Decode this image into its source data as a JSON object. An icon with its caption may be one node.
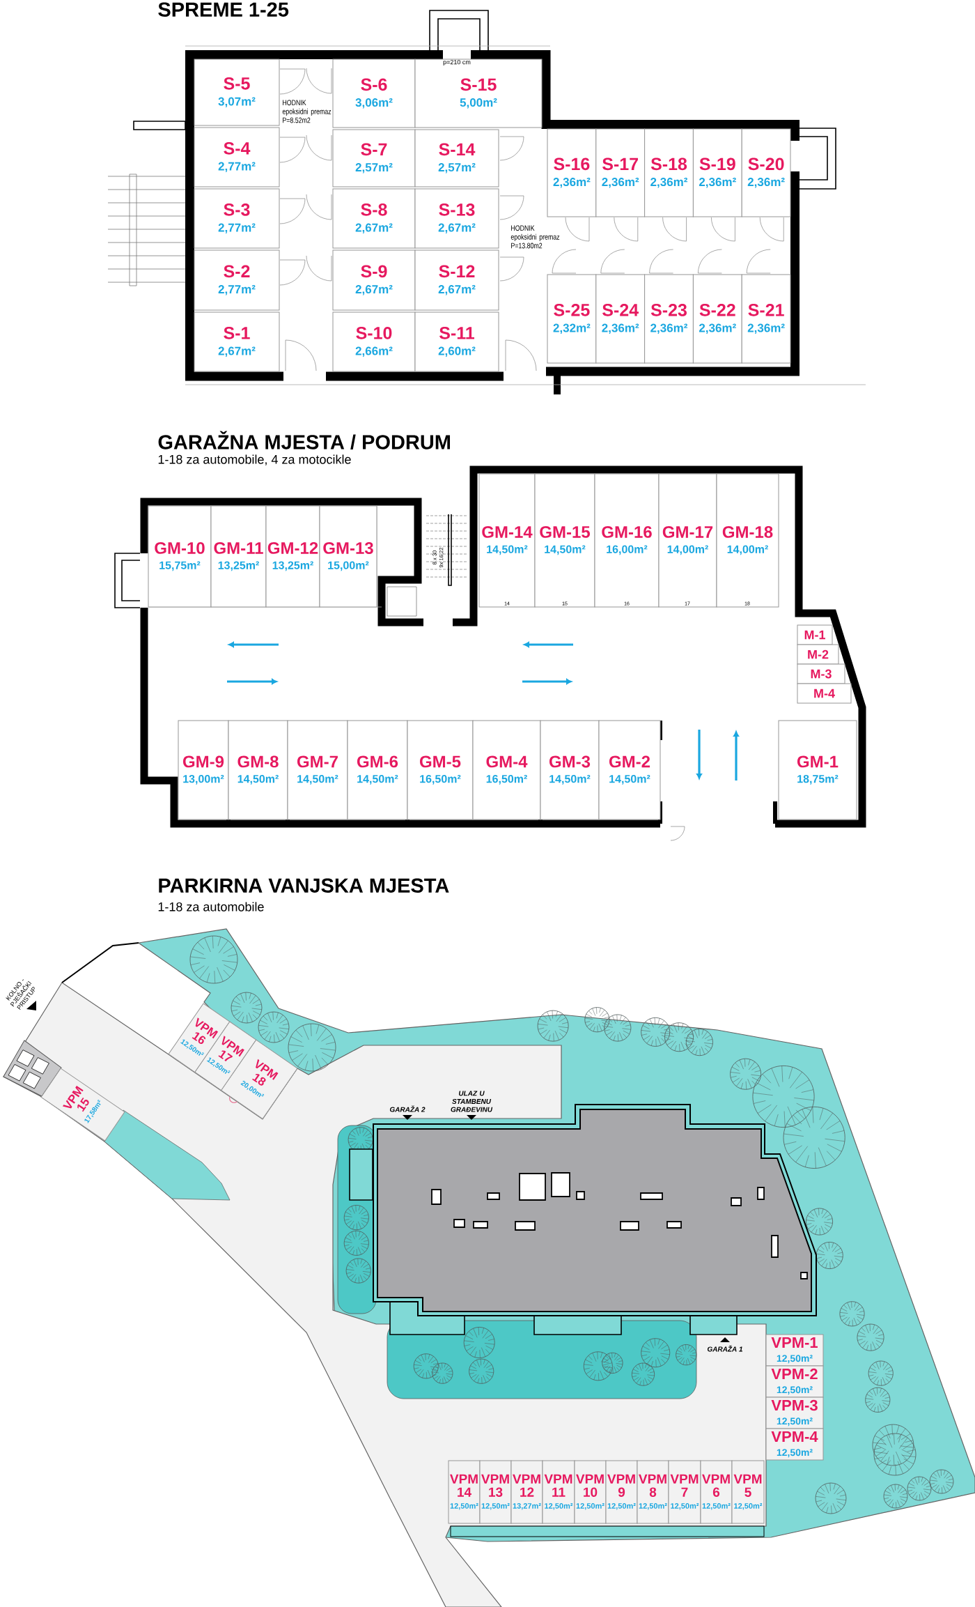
{
  "diagram": {
    "nodes": [
      {
        "text": [
          "S-5",
          "3,07m²"
        ]
      },
      {
        "text": [
          "S-6",
          "3,06m²"
        ]
      },
      {
        "text": [
          "S-15",
          "5,00m²"
        ]
      },
      {
        "text": [
          "S-4",
          "2,77m²"
        ]
      },
      {
        "text": [
          "S-7",
          "2,57m²"
        ]
      },
      {
        "text": [
          "S-14",
          "2,57m²"
        ]
      },
      {
        "text": [
          "S-16",
          "2,36m²"
        ]
      },
      {
        "text": [
          "S-17",
          "2,36m²"
        ]
      },
      {
        "text": [
          "S-18",
          "2,36m²"
        ]
      },
      {
        "text": [
          "S-19",
          "2,36m²"
        ]
      },
      {
        "text": [
          "S-20",
          "2,36m²"
        ]
      },
      {
        "text": [
          "S-3",
          "2,77m²"
        ]
      },
      {
        "text": [
          "S-8",
          "2,67m²"
        ]
      },
      {
        "text": [
          "S-13",
          "2,67m²"
        ]
      },
      {
        "text": [
          "S-2",
          "2,77m²"
        ]
      },
      {
        "text": [
          "S-9",
          "2,67m²"
        ]
      },
      {
        "text": [
          "S-12",
          "2,67m²"
        ]
      },
      {
        "text": [
          "S-25",
          "2,32m²"
        ]
      },
      {
        "text": [
          "S-24",
          "2,36m²"
        ]
      },
      {
        "text": [
          "S-23",
          "2,36m²"
        ]
      },
      {
        "text": [
          "S-22",
          "2,36m²"
        ]
      },
      {
        "text": [
          "S-21",
          "2,36m²"
        ]
      },
      {
        "text": [
          "S-1",
          "2,67m²"
        ]
      },
      {
        "text": [
          "S-10",
          "2,66m²"
        ]
      },
      {
        "text": [
          "S-11",
          "2,60m²"
        ]
      },
      {
        "text": [
          "GM-10",
          "15,75m²"
        ]
      },
      {
        "text": [
          "GM-11",
          "13,25m²"
        ]
      },
      {
        "text": [
          "GM-12",
          "13,25m²"
        ]
      },
      {
        "text": [
          "GM-13",
          "15,00m²"
        ]
      },
      {
        "text": [
          "GM-14",
          "14,50m²"
        ]
      },
      {
        "text": [
          "GM-15",
          "14,50m²"
        ]
      },
      {
        "text": [
          "GM-16",
          "16,00m²"
        ]
      },
      {
        "text": [
          "GM-17",
          "14,00m²"
        ]
      },
      {
        "text": [
          "GM-18",
          "14,00m²"
        ]
      },
      {
        "text": [
          "M-1"
        ]
      },
      {
        "text": [
          "M-2"
        ]
      },
      {
        "text": [
          "M-3"
        ]
      },
      {
        "text": [
          "M-4"
        ]
      },
      {
        "text": [
          "GM-9",
          "13,00m²"
        ]
      },
      {
        "text": [
          "GM-8",
          "14,50m²"
        ]
      },
      {
        "text": [
          "GM-7",
          "14,50m²"
        ]
      },
      {
        "text": [
          "GM-6",
          "14,50m²"
        ]
      },
      {
        "text": [
          "GM-5",
          "16,50m²"
        ]
      },
      {
        "text": [
          "GM-4",
          "16,50m²"
        ]
      },
      {
        "text": [
          "GM-3",
          "14,50m²"
        ]
      },
      {
        "text": [
          "GM-2",
          "14,50m²"
        ]
      },
      {
        "text": [
          "GM-1",
          "18,75m²"
        ]
      },
      {
        "text": [
          "VPM 16",
          "12,50m²"
        ]
      },
      {
        "text": [
          "VPM 17",
          "12,50m²"
        ]
      },
      {
        "text": [
          "VPM 18",
          "20,00m²"
        ]
      },
      {
        "text": [
          "VPM 15",
          "17,58m²"
        ]
      },
      {
        "text": [
          "VPM-1",
          "12,50m²"
        ]
      },
      {
        "text": [
          "VPM-2",
          "12,50m²"
        ]
      },
      {
        "text": [
          "VPM-3",
          "12,50m²"
        ]
      },
      {
        "text": [
          "VPM-4",
          "12,50m²"
        ]
      },
      {
        "text": [
          "VPM 14",
          "12,50m²"
        ]
      },
      {
        "text": [
          "VPM 13",
          "12,50m²"
        ]
      },
      {
        "text": [
          "VPM 12",
          "13,27m²"
        ]
      },
      {
        "text": [
          "VPM 11",
          "12,50m²"
        ]
      },
      {
        "text": [
          "VPM 10",
          "12,50m²"
        ]
      },
      {
        "text": [
          "VPM 9",
          "12,50m²"
        ]
      },
      {
        "text": [
          "VPM 8",
          "12,50m²"
        ]
      },
      {
        "text": [
          "VPM 7",
          "12,50m²"
        ]
      },
      {
        "text": [
          "VPM 6",
          "12,50m²"
        ]
      },
      {
        "text": [
          "VPM 5",
          "12,50m²"
        ]
      }
    ],
    "labels": [
      "SPREME 1-25",
      "p=210 cm",
      "HODNIK epoksidni premaz P=8.52m2",
      "HODNIK epoksidni premaz P=13.80m2",
      "GARAŽNA MJESTA / PODRUM",
      "1-18 za automobile, 4 za motocikle",
      "8 x 30",
      "9x 16,22",
      "14",
      "15",
      "16",
      "17",
      "18",
      "PARKIRNA VANJSKA MJESTA",
      "1-18 za automobile",
      "KOLNO - PJEŠAČKI PRISTUP",
      "GARAŽA 2",
      "ULAZ U STAMBENU GRAĐEVINU",
      "GARAŽA 1"
    ]
  }
}
